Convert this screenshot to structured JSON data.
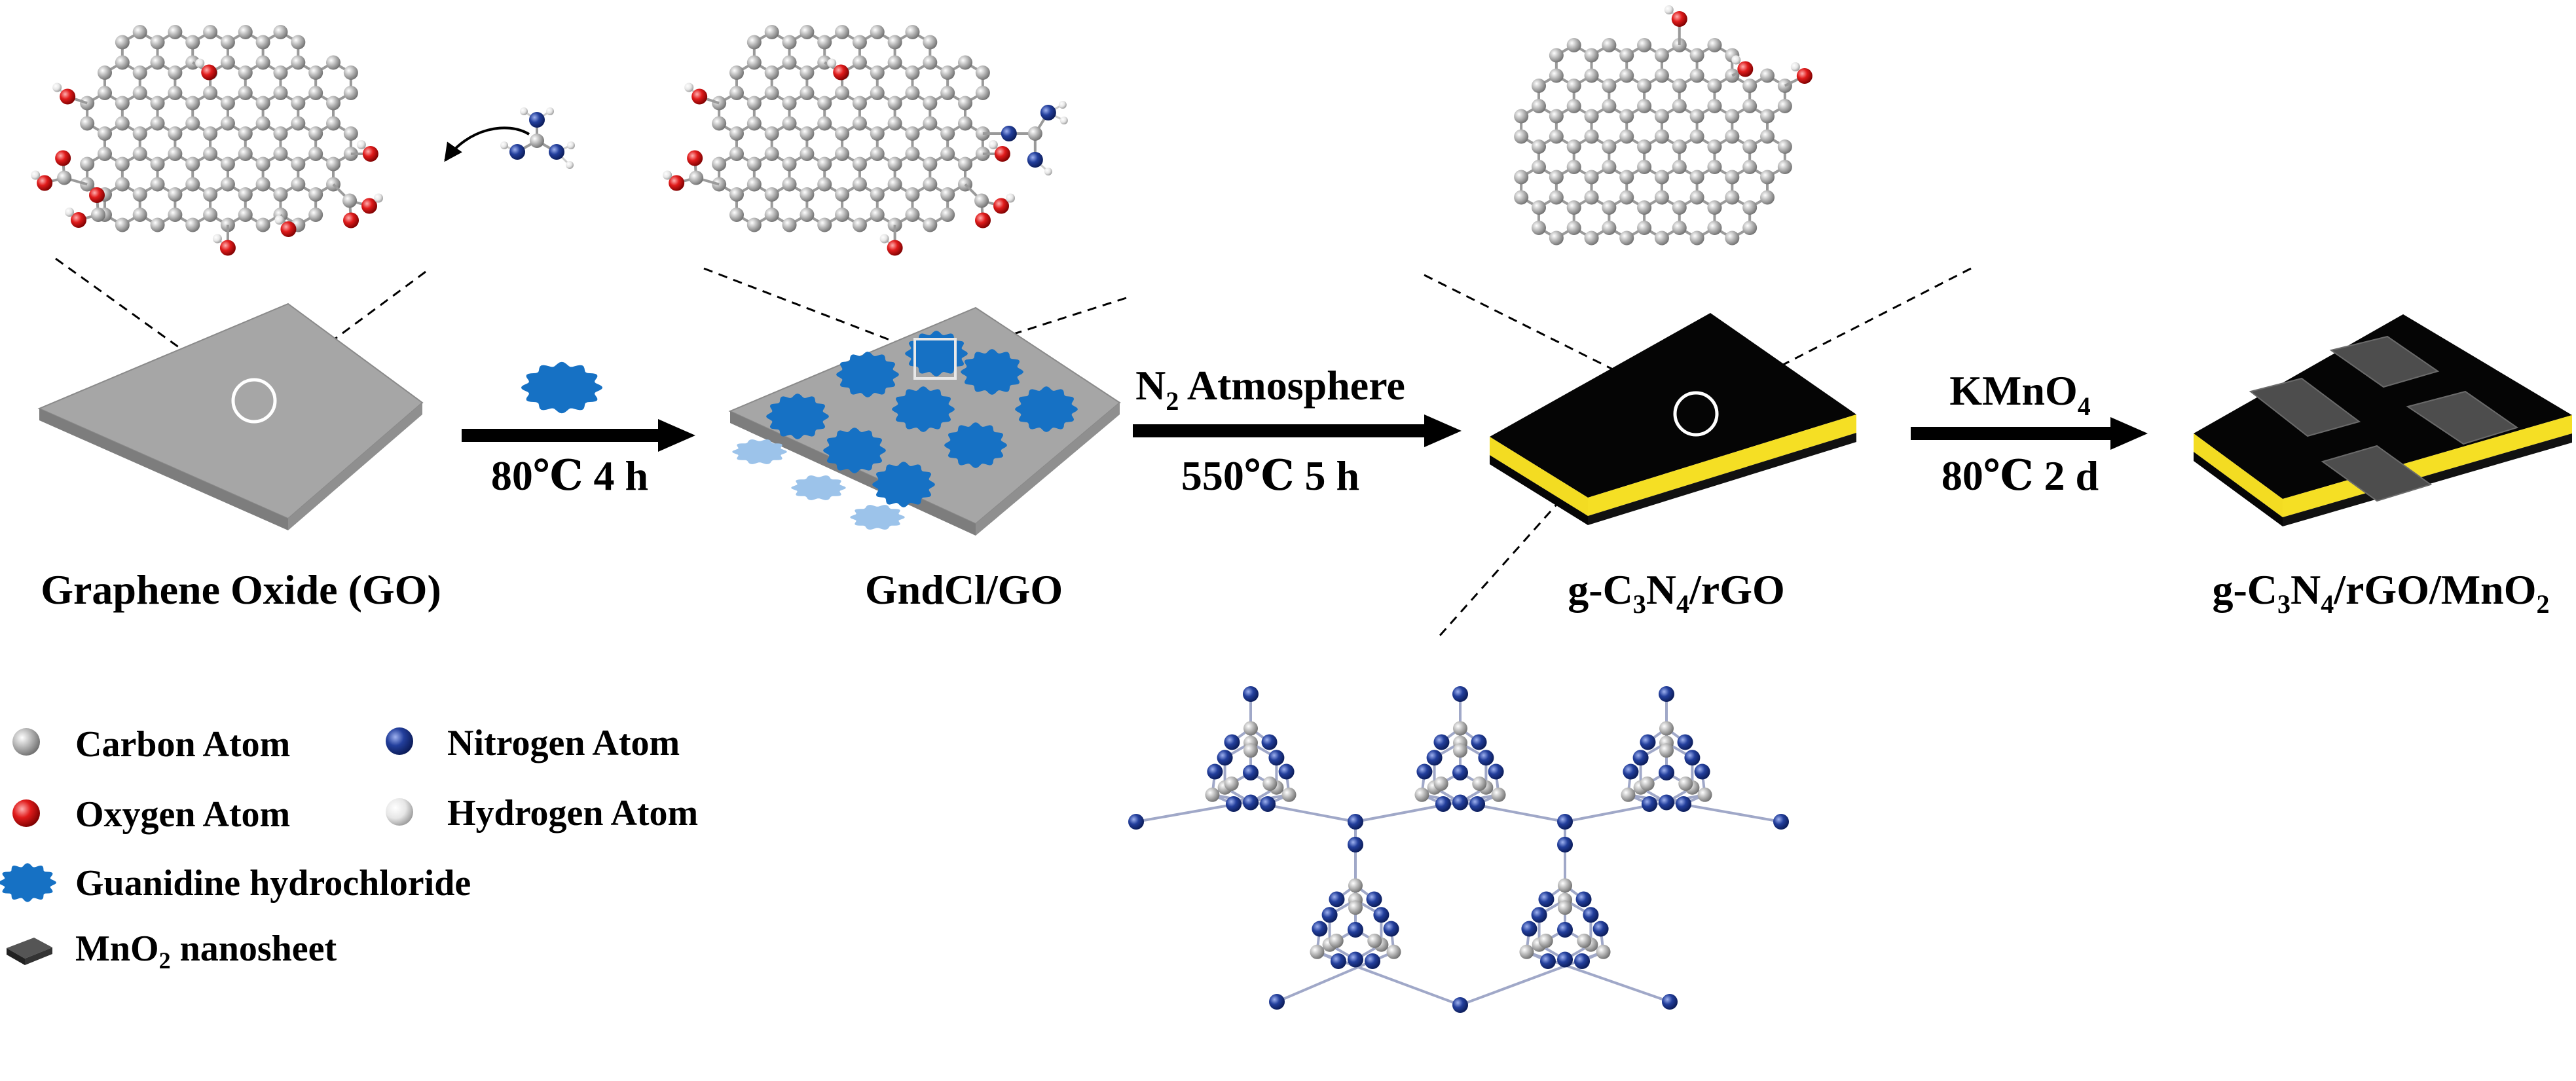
{
  "colors": {
    "carbon": "#b5b5b5",
    "oxygen": "#d7141b",
    "nitrogen": "#1f3b98",
    "hydrogen": "#e8e8e8",
    "guanidine": "#1671c4",
    "go_sheet": "#a6a6a6",
    "black_sheet": "#050505",
    "yellow_layer": "#f5df24",
    "mno2": "#4a4a4a",
    "bond": "#9a9a9a"
  },
  "steps": [
    {
      "top": "",
      "top_sub": "",
      "top_tail": "",
      "bottom": "80℃ 4 h"
    },
    {
      "top": "N",
      "top_sub": "2",
      "top_tail": " Atmosphere",
      "bottom": "550℃  5 h"
    },
    {
      "top": "KMnO",
      "top_sub": "4",
      "top_tail": "",
      "bottom": "80℃ 2 d"
    }
  ],
  "products": [
    {
      "name": "Graphene Oxide (GO)"
    },
    {
      "name": "GndCl/GO"
    },
    {
      "parts": [
        "g-C",
        "3",
        "N",
        "4",
        "/rGO"
      ]
    },
    {
      "parts": [
        "g-C",
        "3",
        "N",
        "4",
        "/rGO/MnO",
        "2"
      ]
    }
  ],
  "legend": [
    {
      "icon": "carbon-atom-icon",
      "label": "Carbon Atom"
    },
    {
      "icon": "nitrogen-atom-icon",
      "label": "Nitrogen Atom"
    },
    {
      "icon": "oxygen-atom-icon",
      "label": "Oxygen Atom"
    },
    {
      "icon": "hydrogen-atom-icon",
      "label": "Hydrogen Atom"
    },
    {
      "icon": "guanidine-blob-icon",
      "label": "Guanidine hydrochloride"
    },
    {
      "icon": "mno2-sheet-icon",
      "label": "MnO",
      "sub": "2",
      "tail": " nanosheet"
    }
  ]
}
